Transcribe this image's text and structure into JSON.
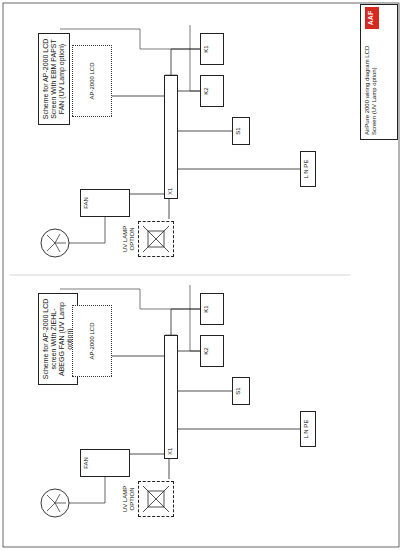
{
  "diagram": {
    "title": "AirPure 2000 wiring diagram LCD Screen (UV Lamp option)",
    "nodes": [
      {
        "text": [
          "Scheme for AP-2000 LCD Screen With EBM PAPST FAN (UV Lamp option)"
        ]
      },
      {
        "text": [
          "AP-2000 LCD"
        ]
      },
      {
        "text": [
          "FAN"
        ]
      },
      {
        "text": [
          "UV LAMP OPTION"
        ]
      },
      {
        "text": [
          "X1"
        ]
      },
      {
        "text": [
          "K1"
        ]
      },
      {
        "text": [
          "K2"
        ]
      },
      {
        "text": [
          "S1"
        ]
      },
      {
        "text": [
          "L N PE"
        ]
      },
      {
        "text": [
          "Scheme for AP-2000 LCD screen With ZIEHL-ABEGG FAN (UV Lamp option)"
        ]
      },
      {
        "text": [
          "AP-2000 LCD"
        ]
      },
      {
        "text": [
          "FAN"
        ]
      },
      {
        "text": [
          "UV LAMP OPTION"
        ]
      },
      {
        "text": [
          "X1"
        ]
      },
      {
        "text": [
          "K1"
        ]
      },
      {
        "text": [
          "K2"
        ]
      },
      {
        "text": [
          "S1"
        ]
      },
      {
        "text": [
          "L N PE"
        ]
      },
      {
        "text": [
          "AirPure 2000 wiring diagram LCD Screen (UV Lamp option)"
        ]
      },
      {
        "text": [
          "AAF"
        ],
        "in": 18
      }
    ],
    "edges": [
      {
        "from": 1,
        "to": 4,
        "arrow": "none"
      },
      {
        "from": 4,
        "to": 2,
        "arrow": "none"
      },
      {
        "from": 4,
        "to": 3,
        "arrow": "none"
      },
      {
        "from": 4,
        "to": 5,
        "arrow": "none"
      },
      {
        "from": 4,
        "to": 6,
        "arrow": "none"
      },
      {
        "from": 4,
        "to": 7,
        "arrow": "none"
      },
      {
        "from": 4,
        "to": 8,
        "arrow": "none"
      },
      {
        "from": 10,
        "to": 13,
        "arrow": "none"
      },
      {
        "from": 13,
        "to": 11,
        "arrow": "none"
      },
      {
        "from": 13,
        "to": 12,
        "arrow": "none"
      },
      {
        "from": 13,
        "to": 14,
        "arrow": "none"
      },
      {
        "from": 13,
        "to": 15,
        "arrow": "none"
      },
      {
        "from": 13,
        "to": 16,
        "arrow": "none"
      },
      {
        "from": 13,
        "to": 17,
        "arrow": "none"
      }
    ]
  }
}
